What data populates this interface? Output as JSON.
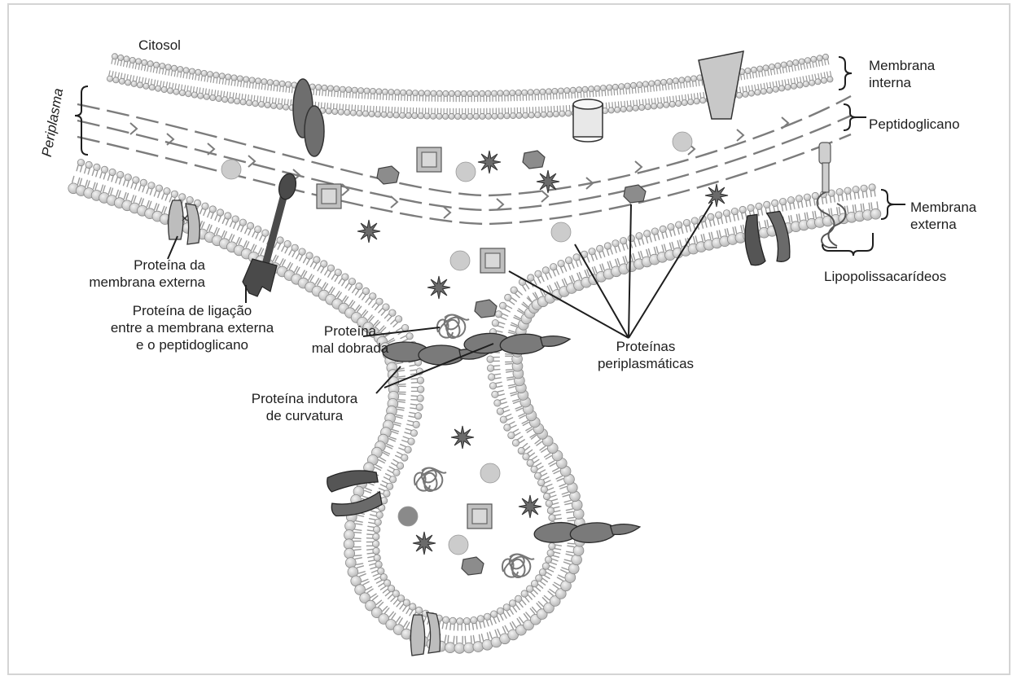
{
  "labels": {
    "citosol": "Citosol",
    "periplasma": "Periplasma",
    "membrana_interna": [
      "Membrana",
      "interna"
    ],
    "peptidoglicano": "Peptidoglicano",
    "membrana_externa": [
      "Membrana",
      "externa"
    ],
    "lipopolissacarideos": "Lipopolissacarídeos",
    "proteina_membrana_externa": [
      "Proteína da",
      "membrana externa"
    ],
    "proteina_ligacao": [
      "Proteína de ligação",
      "entre a membrana externa",
      "e o peptidoglicano"
    ],
    "proteina_mal_dobrada": [
      "Proteína",
      "mal dobrada"
    ],
    "proteinas_periplasmaticas": [
      "Proteínas",
      "periplasmáticas"
    ],
    "proteina_indutora": [
      "Proteína indutora",
      "de curvatura"
    ]
  },
  "colors": {
    "background": "#ffffff",
    "frame": "#d4d4d4",
    "lipid_head": "#d6d6d6",
    "lipid_tail": "#9a9a9a",
    "dark_protein": "#6e6e6e",
    "light_protein": "#c8c8c8",
    "linker_protein": "#4a4a4a",
    "text": "#1e1e1e"
  }
}
